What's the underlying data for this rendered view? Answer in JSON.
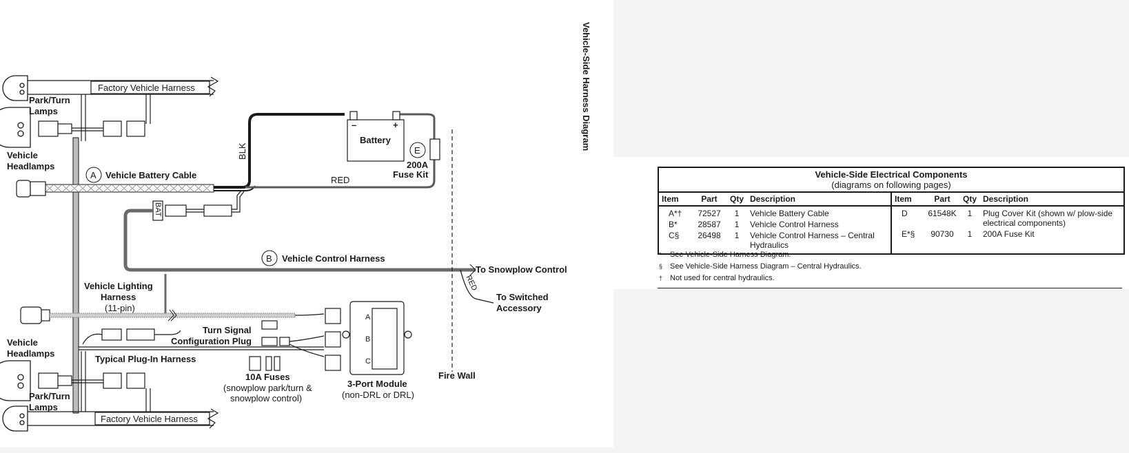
{
  "diagram": {
    "title": "Vehicle-Side Harness Diagram",
    "labels": {
      "factory_harness_top": "Factory Vehicle Harness",
      "park_turn_top": [
        "Park/Turn",
        "Lamps"
      ],
      "headlamps_top": [
        "Vehicle",
        "Headlamps"
      ],
      "callout_a": "A",
      "battery_cable": "Vehicle Battery Cable",
      "blk": "BLK",
      "battery": "Battery",
      "minus": "–",
      "plus": "+",
      "callout_e": "E",
      "fuse_kit": [
        "200A",
        "Fuse Kit"
      ],
      "red_top": "RED",
      "bat": "BAT",
      "callout_b": "B",
      "control_harness": "Vehicle Control Harness",
      "to_snowplow": "To Snowplow Control",
      "red_side": "RED",
      "to_switched": [
        "To Switched",
        "Accessory"
      ],
      "lighting_harness": [
        "Vehicle Lighting",
        "Harness",
        "(11-pin)"
      ],
      "turn_signal": [
        "Turn Signal",
        "Configuration Plug"
      ],
      "headlamps_bottom": [
        "Vehicle",
        "Headlamps"
      ],
      "plugin_harness": "Typical Plug-In Harness",
      "fuses": [
        "10A Fuses",
        "(snowplow park/turn &",
        "snowplow control)"
      ],
      "module": [
        "3-Port Module",
        "(non-DRL or DRL)"
      ],
      "module_ports": [
        "A",
        "B",
        "C"
      ],
      "fire_wall": "Fire Wall",
      "park_turn_bottom": [
        "Park/Turn",
        "Lamps"
      ],
      "factory_harness_bottom": "Factory Vehicle Harness"
    }
  },
  "table": {
    "title": "Vehicle-Side Electrical Components",
    "subtitle": "(diagrams on following pages)",
    "headers": {
      "item": "Item",
      "part": "Part",
      "qty": "Qty",
      "description": "Description"
    },
    "left_rows": [
      {
        "item": "A*†",
        "part": "72527",
        "qty": "1",
        "description": "Vehicle Battery Cable"
      },
      {
        "item": "B*",
        "part": "28587",
        "qty": "1",
        "description": "Vehicle Control Harness"
      },
      {
        "item": "C§",
        "part": "26498",
        "qty": "1",
        "description": "Vehicle Control Harness – Central Hydraulics"
      }
    ],
    "right_rows": [
      {
        "item": "D",
        "part": "61548K",
        "qty": "1",
        "description": "Plug Cover Kit (shown w/ plow-side electrical components)"
      },
      {
        "item": "E*§",
        "part": "90730",
        "qty": "1",
        "description": "200A Fuse Kit"
      }
    ],
    "footnotes": [
      {
        "symbol": "*",
        "text": "See Vehicle-Side Harness Diagram."
      },
      {
        "symbol": "§",
        "text": "See Vehicle-Side Harness Diagram – Central Hydraulics."
      },
      {
        "symbol": "†",
        "text": "Not used for central hydraulics."
      }
    ]
  },
  "colors": {
    "line": "#1a1a1a",
    "harness_gray": "#8a8a8a",
    "panel": "#ffffff",
    "background": "#f4f4f4"
  }
}
